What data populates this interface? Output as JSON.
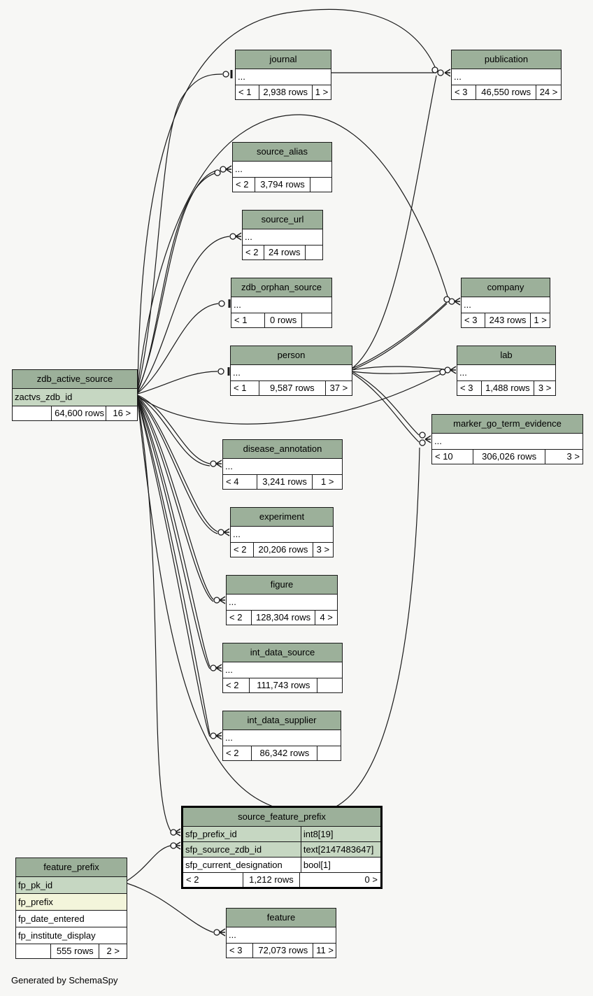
{
  "page": {
    "credit": "Generated by SchemaSpy"
  },
  "colors": {
    "table_header": "#9cb09a",
    "primary_key_row": "#c6d7c2",
    "indexed_row": "#f3f5db",
    "background": "#f7f7f5",
    "edge": "#1a1a1a"
  },
  "tables": [
    {
      "id": "zdb_active_source",
      "name": "zdb_active_source",
      "highlight": false,
      "columns": [
        {
          "name": "zactvs_zdb_id",
          "style": "pk"
        }
      ],
      "footer": {
        "parents": "",
        "rows": "64,600 rows",
        "children": "16 >"
      }
    },
    {
      "id": "journal",
      "name": "journal",
      "highlight": false,
      "columns": [
        {
          "name": "...",
          "style": "plain"
        }
      ],
      "footer": {
        "parents": "< 1",
        "rows": "2,938 rows",
        "children": "1 >"
      }
    },
    {
      "id": "publication",
      "name": "publication",
      "highlight": false,
      "columns": [
        {
          "name": "...",
          "style": "plain"
        }
      ],
      "footer": {
        "parents": "< 3",
        "rows": "46,550 rows",
        "children": "24 >"
      }
    },
    {
      "id": "source_alias",
      "name": "source_alias",
      "highlight": false,
      "columns": [
        {
          "name": "...",
          "style": "plain"
        }
      ],
      "footer": {
        "parents": "< 2",
        "rows": "3,794 rows",
        "children": ""
      }
    },
    {
      "id": "source_url",
      "name": "source_url",
      "highlight": false,
      "columns": [
        {
          "name": "...",
          "style": "plain"
        }
      ],
      "footer": {
        "parents": "< 2",
        "rows": "24 rows",
        "children": ""
      }
    },
    {
      "id": "zdb_orphan_source",
      "name": "zdb_orphan_source",
      "highlight": false,
      "columns": [
        {
          "name": "...",
          "style": "plain"
        }
      ],
      "footer": {
        "parents": "< 1",
        "rows": "0 rows",
        "children": ""
      }
    },
    {
      "id": "person",
      "name": "person",
      "highlight": false,
      "columns": [
        {
          "name": "...",
          "style": "plain"
        }
      ],
      "footer": {
        "parents": "< 1",
        "rows": "9,587 rows",
        "children": "37 >"
      }
    },
    {
      "id": "company",
      "name": "company",
      "highlight": false,
      "columns": [
        {
          "name": "...",
          "style": "plain"
        }
      ],
      "footer": {
        "parents": "< 3",
        "rows": "243 rows",
        "children": "1 >"
      }
    },
    {
      "id": "lab",
      "name": "lab",
      "highlight": false,
      "columns": [
        {
          "name": "...",
          "style": "plain"
        }
      ],
      "footer": {
        "parents": "< 3",
        "rows": "1,488 rows",
        "children": "3 >"
      }
    },
    {
      "id": "marker_go_term_evidence",
      "name": "marker_go_term_evidence",
      "highlight": false,
      "columns": [
        {
          "name": "...",
          "style": "plain"
        }
      ],
      "footer": {
        "parents": "< 10",
        "rows": "306,026 rows",
        "children": "3 >"
      }
    },
    {
      "id": "disease_annotation",
      "name": "disease_annotation",
      "highlight": false,
      "columns": [
        {
          "name": "...",
          "style": "plain"
        }
      ],
      "footer": {
        "parents": "< 4",
        "rows": "3,241 rows",
        "children": "1 >"
      }
    },
    {
      "id": "experiment",
      "name": "experiment",
      "highlight": false,
      "columns": [
        {
          "name": "...",
          "style": "plain"
        }
      ],
      "footer": {
        "parents": "< 2",
        "rows": "20,206 rows",
        "children": "3 >"
      }
    },
    {
      "id": "figure",
      "name": "figure",
      "highlight": false,
      "columns": [
        {
          "name": "...",
          "style": "plain"
        }
      ],
      "footer": {
        "parents": "< 2",
        "rows": "128,304 rows",
        "children": "4 >"
      }
    },
    {
      "id": "int_data_source",
      "name": "int_data_source",
      "highlight": false,
      "columns": [
        {
          "name": "...",
          "style": "plain"
        }
      ],
      "footer": {
        "parents": "< 2",
        "rows": "111,743 rows",
        "children": ""
      }
    },
    {
      "id": "int_data_supplier",
      "name": "int_data_supplier",
      "highlight": false,
      "columns": [
        {
          "name": "...",
          "style": "plain"
        }
      ],
      "footer": {
        "parents": "< 2",
        "rows": "86,342 rows",
        "children": ""
      }
    },
    {
      "id": "source_feature_prefix",
      "name": "source_feature_prefix",
      "highlight": true,
      "columns": [
        {
          "name": "sfp_prefix_id",
          "type": "int8[19]",
          "style": "pk"
        },
        {
          "name": "sfp_source_zdb_id",
          "type": "text[2147483647]",
          "style": "pk"
        },
        {
          "name": "sfp_current_designation",
          "type": "bool[1]",
          "style": "plain"
        }
      ],
      "footer": {
        "parents": "< 2",
        "rows": "1,212 rows",
        "children": "0 >"
      }
    },
    {
      "id": "feature_prefix",
      "name": "feature_prefix",
      "highlight": false,
      "columns": [
        {
          "name": "fp_pk_id",
          "style": "pk"
        },
        {
          "name": "fp_prefix",
          "style": "idx"
        },
        {
          "name": "fp_date_entered",
          "style": "plain"
        },
        {
          "name": "fp_institute_display",
          "style": "plain"
        }
      ],
      "footer": {
        "parents": "",
        "rows": "555 rows",
        "children": "2 >"
      }
    },
    {
      "id": "feature",
      "name": "feature",
      "highlight": false,
      "columns": [
        {
          "name": "...",
          "style": "plain"
        }
      ],
      "footer": {
        "parents": "< 3",
        "rows": "72,073 rows",
        "children": "11 >"
      }
    }
  ]
}
